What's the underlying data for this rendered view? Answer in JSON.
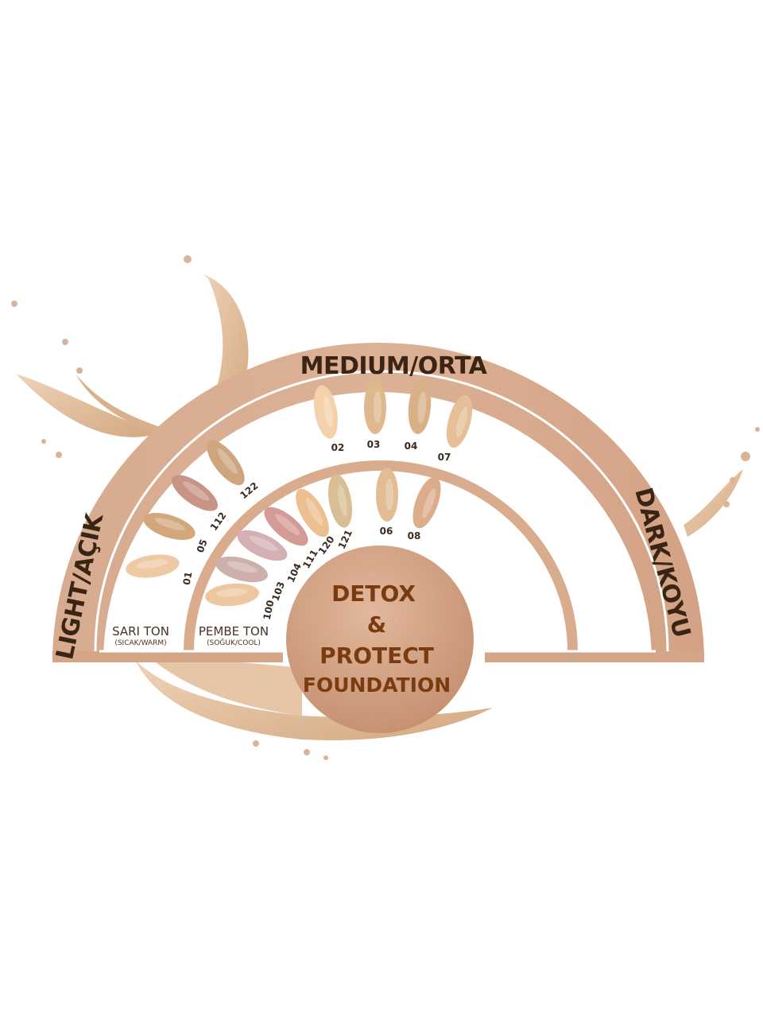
{
  "bands": {
    "medium": "MEDIUM/ORTA",
    "light": "LIGHT/AÇIK",
    "dark": "DARK/KOYU"
  },
  "groups": {
    "warm": {
      "title": "SARI TON",
      "subtitle": "(SICAK/WARM)"
    },
    "cool": {
      "title": "PEMBE TON",
      "subtitle": "(SOĞUK/COOL)"
    }
  },
  "product": {
    "line1": "DETOX",
    "line2": "&",
    "line3": "PROTECT",
    "line4": "FOUNDATION"
  },
  "shades": {
    "warm": [
      {
        "code": "01",
        "color": "#efc8a4"
      },
      {
        "code": "05",
        "color": "#d2a77c"
      },
      {
        "code": "112",
        "color": "#c89486"
      },
      {
        "code": "122",
        "color": "#cfa57e"
      }
    ],
    "cool": [
      {
        "code": "100",
        "color": "#eec7a0"
      },
      {
        "code": "103",
        "color": "#cdb0ab"
      },
      {
        "code": "104",
        "color": "#d4b0b5"
      },
      {
        "code": "111",
        "color": "#d39a96"
      },
      {
        "code": "120",
        "color": "#ecbf90"
      },
      {
        "code": "121",
        "color": "#d9bd95"
      }
    ],
    "medium": [
      {
        "code": "02",
        "color": "#f3d2ab"
      },
      {
        "code": "03",
        "color": "#dfb98e"
      },
      {
        "code": "04",
        "color": "#d8b187"
      },
      {
        "code": "07",
        "color": "#e6bf96"
      }
    ],
    "dark": [
      {
        "code": "06",
        "color": "#e3bb94"
      },
      {
        "code": "08",
        "color": "#dcad8a"
      }
    ]
  },
  "colors": {
    "frame": "#d9ac8e",
    "frame_dark": "#c9977a",
    "center_disc": "#d4a183",
    "accent_text": "#7a3b10",
    "liquid": "#e5c19f"
  }
}
